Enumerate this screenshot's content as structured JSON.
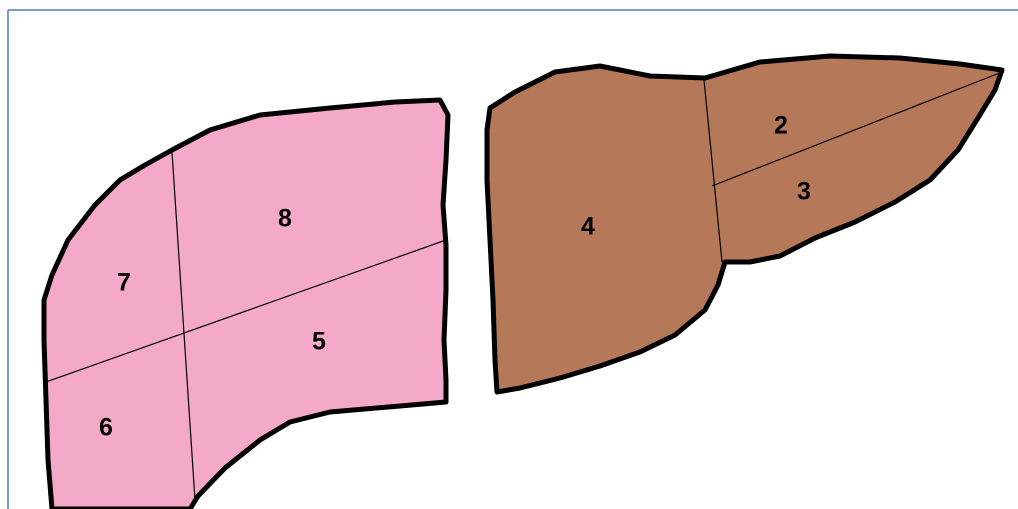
{
  "colors": {
    "frame": "#4a7bd0",
    "right_lobe": "#f4a9c8",
    "left_lobe": "#b5795a",
    "outline": "#000000"
  },
  "right_lobe": {
    "segments": [
      {
        "id": "segment-8",
        "label": "8"
      },
      {
        "id": "segment-7",
        "label": "7"
      },
      {
        "id": "segment-5",
        "label": "5"
      },
      {
        "id": "segment-6",
        "label": "6"
      }
    ]
  },
  "left_lobe": {
    "segments": [
      {
        "id": "segment-4",
        "label": "4"
      },
      {
        "id": "segment-2",
        "label": "2"
      },
      {
        "id": "segment-3",
        "label": "3"
      }
    ]
  }
}
